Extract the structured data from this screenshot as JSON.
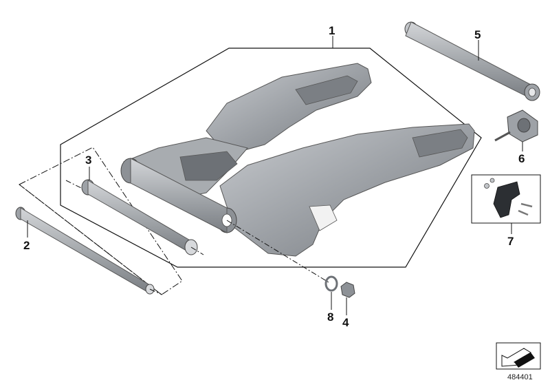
{
  "diagram": {
    "callouts": [
      {
        "id": "part-1",
        "label": "1"
      },
      {
        "id": "part-2",
        "label": "2"
      },
      {
        "id": "part-3",
        "label": "3"
      },
      {
        "id": "part-4",
        "label": "4"
      },
      {
        "id": "part-5",
        "label": "5"
      },
      {
        "id": "part-6",
        "label": "6"
      },
      {
        "id": "part-7",
        "label": "7"
      },
      {
        "id": "part-8",
        "label": "8"
      }
    ],
    "image_number": "484401",
    "colors": {
      "part_fill": "#9a9ea3",
      "part_dark": "#6e7277",
      "part_light": "#c8cbce",
      "line": "#111111"
    }
  }
}
